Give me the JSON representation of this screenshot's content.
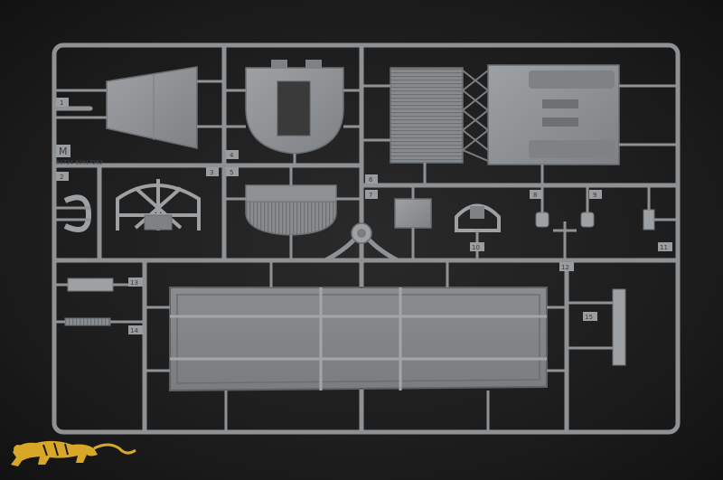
{
  "sprue": {
    "letter": "M",
    "mold_code": "81724-80917262",
    "part_numbers": [
      "1",
      "2",
      "3",
      "4",
      "5",
      "6",
      "7",
      "8",
      "9",
      "10",
      "11",
      "12",
      "13",
      "14",
      "15"
    ]
  },
  "colors": {
    "background": "#1e1e1e",
    "plastic": "#8e9194",
    "plastic_shadow": "#6f7275",
    "plastic_highlight": "#a7aaad"
  },
  "logo": {
    "icon": "tiger-logo-icon",
    "color": "#d9a728"
  }
}
